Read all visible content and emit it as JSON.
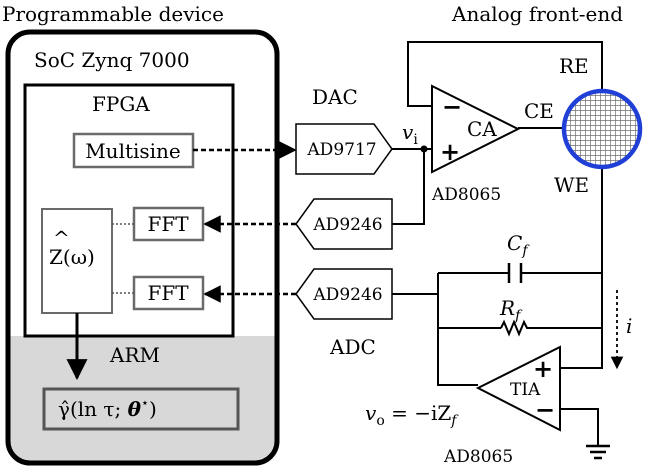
{
  "header": {
    "left": "Programmable device",
    "right": "Analog front-end"
  },
  "soc": {
    "title": "SoC Zynq 7000",
    "fpga_label": "FPGA",
    "arm_label": "ARM",
    "multisine": "Multisine",
    "fft_top": "FFT",
    "fft_bottom": "FFT",
    "impedance": {
      "hat": "^",
      "base": "Z(ω)"
    },
    "gamma": {
      "pre": "γ̂(ln τ; ",
      "theta": "θ",
      "star": "⋆",
      "post": ")"
    }
  },
  "converters": {
    "dac_label": "DAC",
    "dac_chip": "AD9717",
    "adc_top_chip": "AD9246",
    "adc_bottom_chip": "AD9246",
    "adc_label": "ADC"
  },
  "analog": {
    "vi": {
      "base": "v",
      "sub": "i"
    },
    "ca": {
      "label": "CA",
      "minus": "−",
      "plus": "+",
      "part": "AD8065"
    },
    "tia": {
      "label": "TIA",
      "plus": "+",
      "minus": "−",
      "part": "AD8065"
    },
    "cell": {
      "re": "RE",
      "ce": "CE",
      "we": "WE"
    },
    "cf": {
      "base": "C",
      "sub": "f"
    },
    "rf": {
      "base": "R",
      "sub": "f"
    },
    "current": "i",
    "vo": {
      "base": "v",
      "sub": "o",
      "rest": " = −iZ",
      "sub2": "f"
    }
  },
  "colors": {
    "electrode_ring": "#1f3fd6",
    "electrode_mesh": "#7a7a7a",
    "arm_fill": "#d8d8d8",
    "block_stroke": "#6a6a6a"
  }
}
